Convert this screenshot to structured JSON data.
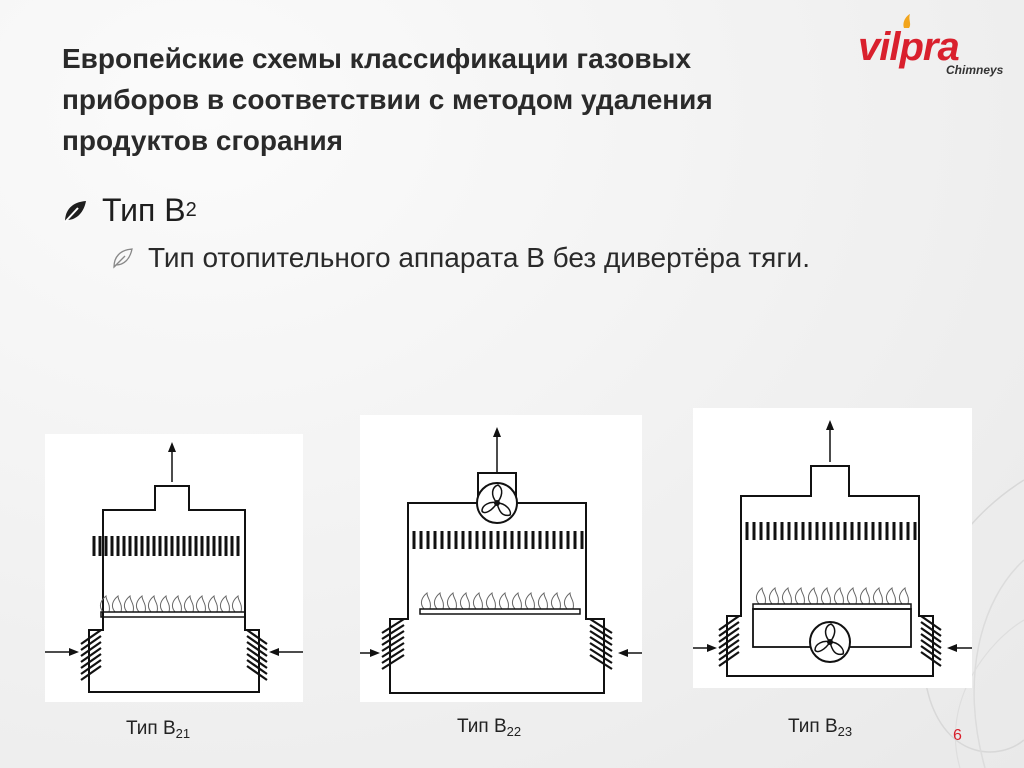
{
  "slide": {
    "title_lines": [
      "Европейские схемы классификации газовых",
      "приборов в соответствии с методом удаления",
      "продуктов сгорания"
    ],
    "logo": {
      "brand": "vilpra",
      "sub": "Chimneys",
      "color": "#d9202d"
    },
    "bullet_main": {
      "text": "Тип B",
      "subscript": "2"
    },
    "bullet_sub": {
      "text": "Тип отопительного аппарата B без дивертёра тяги."
    },
    "diagrams": [
      {
        "caption": "Тип B",
        "subscript": "21",
        "fan": "none"
      },
      {
        "caption": "Тип B",
        "subscript": "22",
        "fan": "top"
      },
      {
        "caption": "Тип B",
        "subscript": "23",
        "fan": "bottom"
      }
    ],
    "page_number": "6",
    "colors": {
      "accent": "#d9202d",
      "text": "#222222",
      "line": "#111111"
    }
  }
}
